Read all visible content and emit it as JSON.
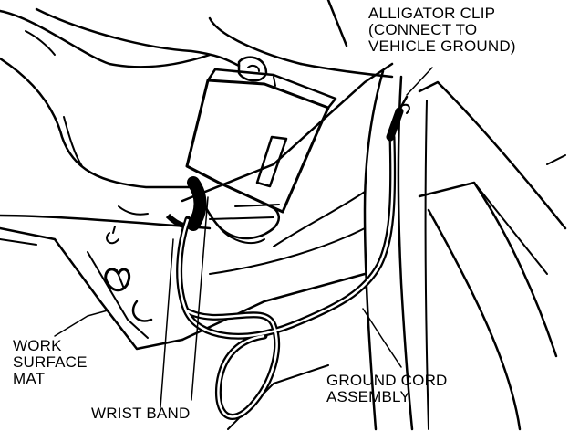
{
  "labels": {
    "alligator_clip": [
      "ALLIGATOR CLIP",
      "(CONNECT TO",
      "VEHICLE GROUND)"
    ],
    "work_surface_mat": [
      "WORK",
      "SURFACE",
      "MAT"
    ],
    "wrist_band": "WRIST BAND",
    "ground_cord_assembly": [
      "GROUND CORD",
      "ASSEMBLY"
    ]
  },
  "colors": {
    "ink": "#000000",
    "paper": "#ffffff"
  }
}
